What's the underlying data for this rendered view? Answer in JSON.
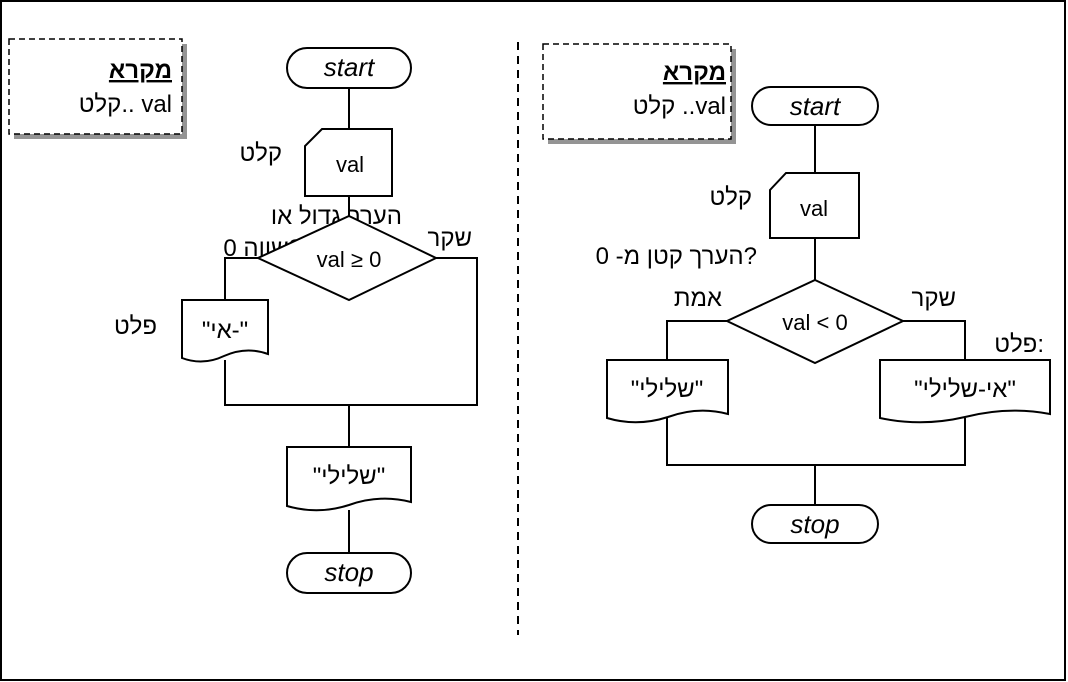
{
  "left_flowchart": {
    "legend": {
      "title": "מקרא",
      "entry": "קלט.. val"
    },
    "start": "start",
    "input_label": "קלט",
    "input_var": "val",
    "question_line1": "הערך גדול או",
    "question_line2": "שווה 0?",
    "condition": "val ≥ 0",
    "false_label": "שקר",
    "output_label": "פלט",
    "output_true": "\"אי-\"",
    "output_final": "\"שלילי\"",
    "stop": "stop"
  },
  "right_flowchart": {
    "legend": {
      "title": "מקרא",
      "entry": "קלט ..val"
    },
    "start": "start",
    "input_label": "קלט",
    "input_var": "val",
    "question": "הערך קטן מ- 0?",
    "true_label": "אמת",
    "false_label": "שקר",
    "output_label": "פלט:",
    "condition": "val < 0",
    "output_true": "\"שלילי\"",
    "output_false": "\"אי-שלילי\"",
    "stop": "stop"
  }
}
